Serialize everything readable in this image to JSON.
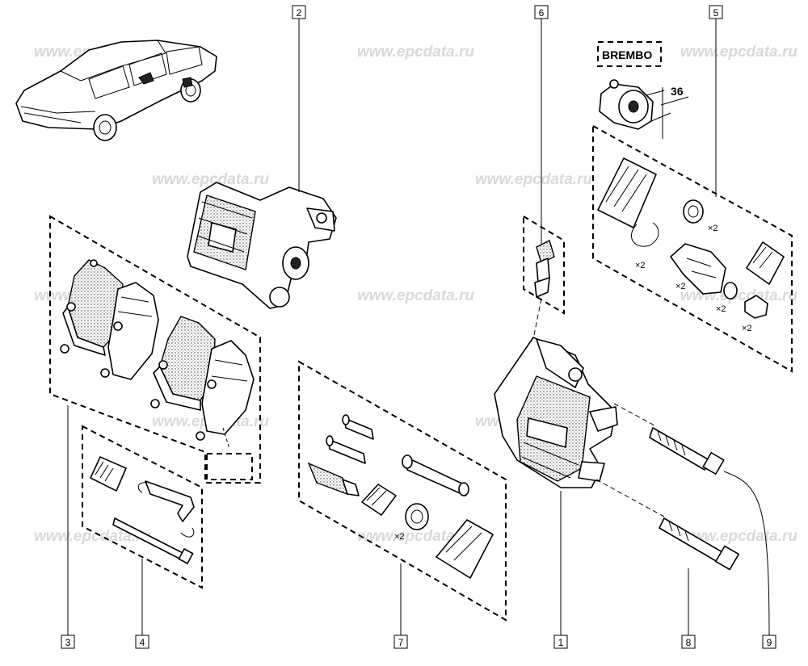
{
  "watermark": "www.epcdata.ru",
  "brand_label": "BREMBO",
  "dimension_label": "36",
  "quantity_label": "×2",
  "callouts": [
    "1",
    "2",
    "3",
    "4",
    "5",
    "6",
    "7",
    "8",
    "9"
  ]
}
